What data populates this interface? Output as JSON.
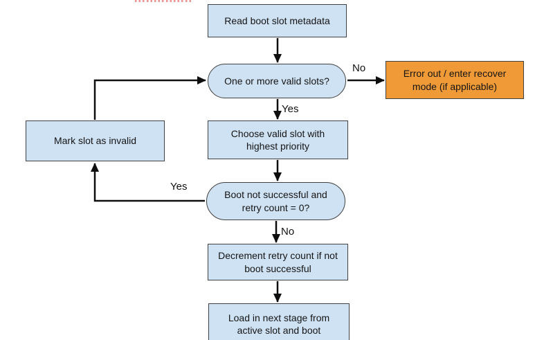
{
  "colors": {
    "node_fill_blue": "#cfe2f3",
    "node_fill_orange": "#ef9a37",
    "node_border": "#404040",
    "arrow_color": "#0d0d0d",
    "red_marks": "#e87070"
  },
  "flowchart": {
    "nodes": {
      "read": {
        "label": "Read boot slot metadata"
      },
      "valid_slots": {
        "label": "One or more valid slots?"
      },
      "error": {
        "label": "Error out / enter recover mode (if applicable)"
      },
      "choose": {
        "label": "Choose valid slot with highest priority"
      },
      "mark_invalid": {
        "label": "Mark slot as invalid"
      },
      "boot_check": {
        "label": "Boot not successful and retry count = 0?"
      },
      "decrement": {
        "label": "Decrement retry count if not boot successful"
      },
      "load": {
        "label": "Load in next stage from active slot and boot"
      }
    },
    "edge_labels": {
      "no_to_error": "No",
      "yes_to_choose": "Yes",
      "yes_to_mark": "Yes",
      "no_to_decrement": "No"
    }
  }
}
